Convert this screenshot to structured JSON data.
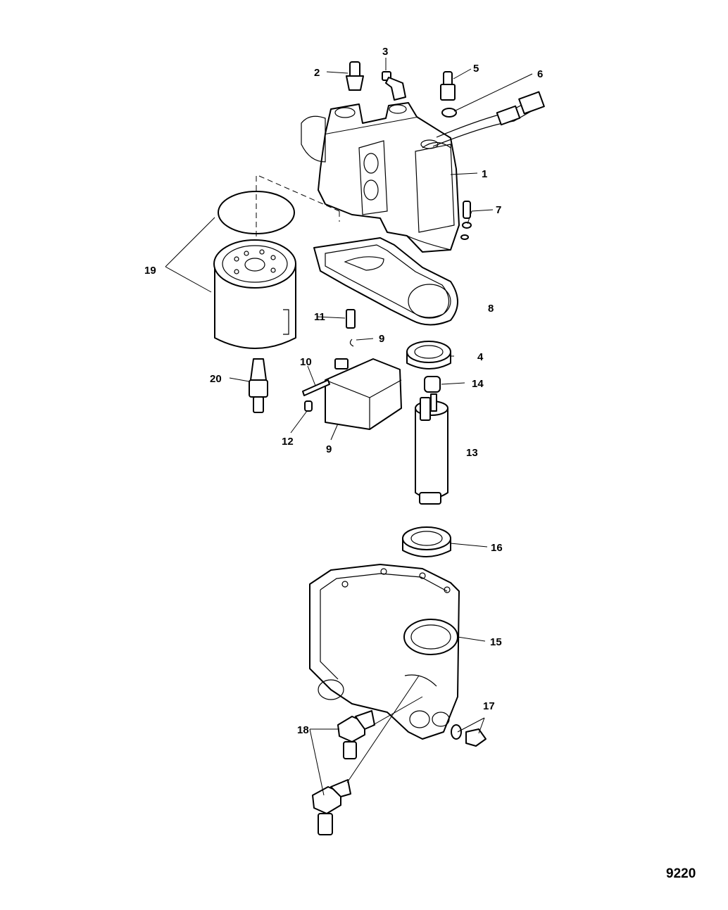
{
  "figure_number": "9220",
  "callouts": {
    "c1": "1",
    "c2": "2",
    "c3": "3",
    "c4": "4",
    "c5": "5",
    "c6": "6",
    "c7": "7",
    "c8": "8",
    "c9a": "9",
    "c9b": "9",
    "c10": "10",
    "c11": "11",
    "c12": "12",
    "c13": "13",
    "c14": "14",
    "c15": "15",
    "c16": "16",
    "c17": "17",
    "c18": "18",
    "c19": "19",
    "c20": "20"
  }
}
